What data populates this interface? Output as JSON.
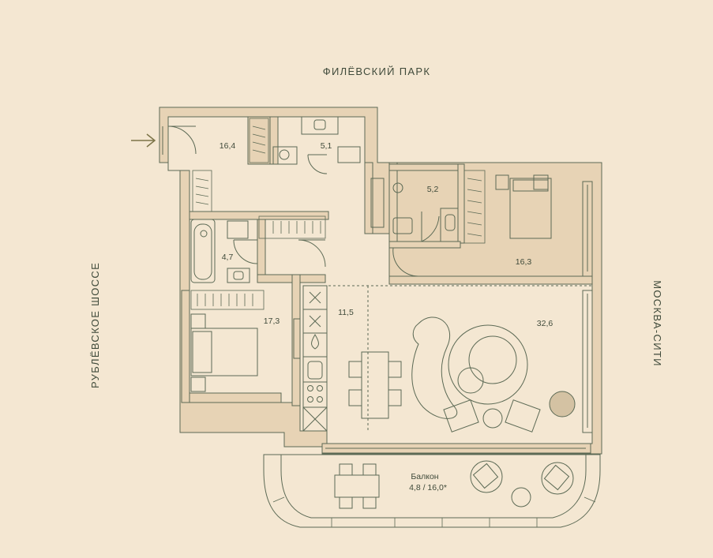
{
  "directions": {
    "top": "ФИЛЁВСКИЙ ПАРК",
    "left": "РУБЛЁВСКОЕ ШОССЕ",
    "right": "МОСКВА-СИТИ"
  },
  "rooms": {
    "hall": "16,4",
    "bath_top": "5,1",
    "bath_right": "5,2",
    "bath_left": "4,7",
    "bedroom_right": "16,3",
    "bedroom_left": "17,3",
    "kitchen": "11,5",
    "living": "32,6",
    "balcony_title": "Балкон",
    "balcony_area": "4,8 / 16,0*"
  },
  "colors": {
    "background": "#f4e7d2",
    "wall": "#e7d3b5",
    "line": "#5c6a55",
    "furniture": "#d4c2a3",
    "entry_arrow": "#7c7448"
  },
  "icons": {
    "entry": "arrow-right-icon"
  }
}
